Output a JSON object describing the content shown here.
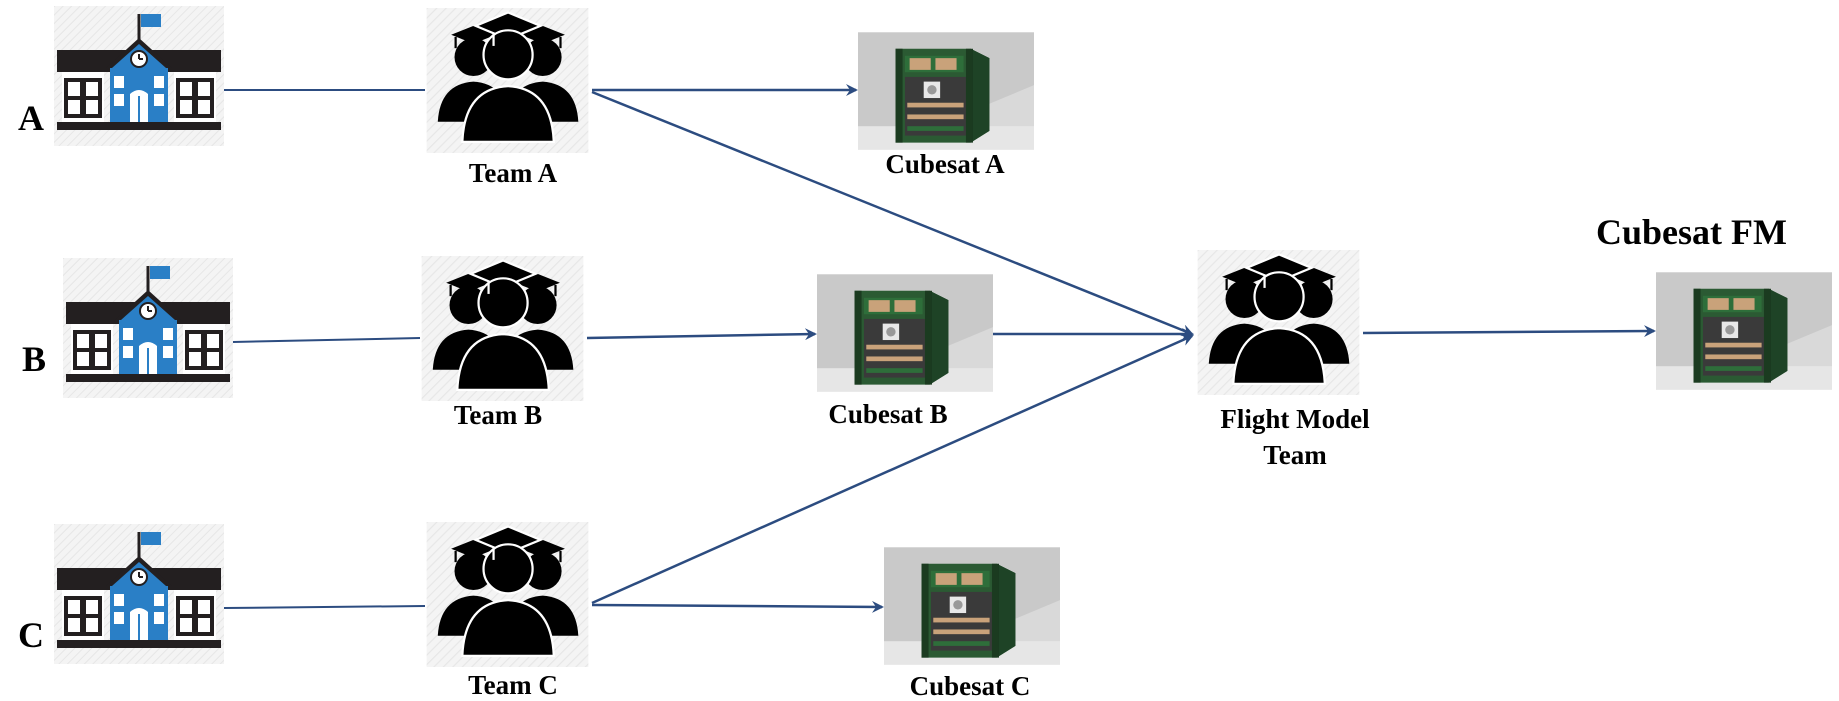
{
  "colors": {
    "arrow": "#2c4c80",
    "school_blue": "#2a7fc6",
    "school_dark": "#231f20",
    "team_black": "#000000",
    "pcb_green": "#2e6e3a",
    "panel_copper": "#c9a27a",
    "photo_bg": "#d9d9d9"
  },
  "icons": {
    "school": "school-building-icon",
    "team": "graduate-group-icon",
    "cubesat": "cubesat-photo"
  },
  "rows": [
    {
      "letter": "A",
      "team": "Team A",
      "cubesat": "Cubesat A"
    },
    {
      "letter": "B",
      "team": "Team B",
      "cubesat": "Cubesat B"
    },
    {
      "letter": "C",
      "team": "Team C",
      "cubesat": "Cubesat C"
    }
  ],
  "flight_model": {
    "team_line1": "Flight Model",
    "team_line2": "Team",
    "cubesat_title": "Cubesat FM"
  }
}
